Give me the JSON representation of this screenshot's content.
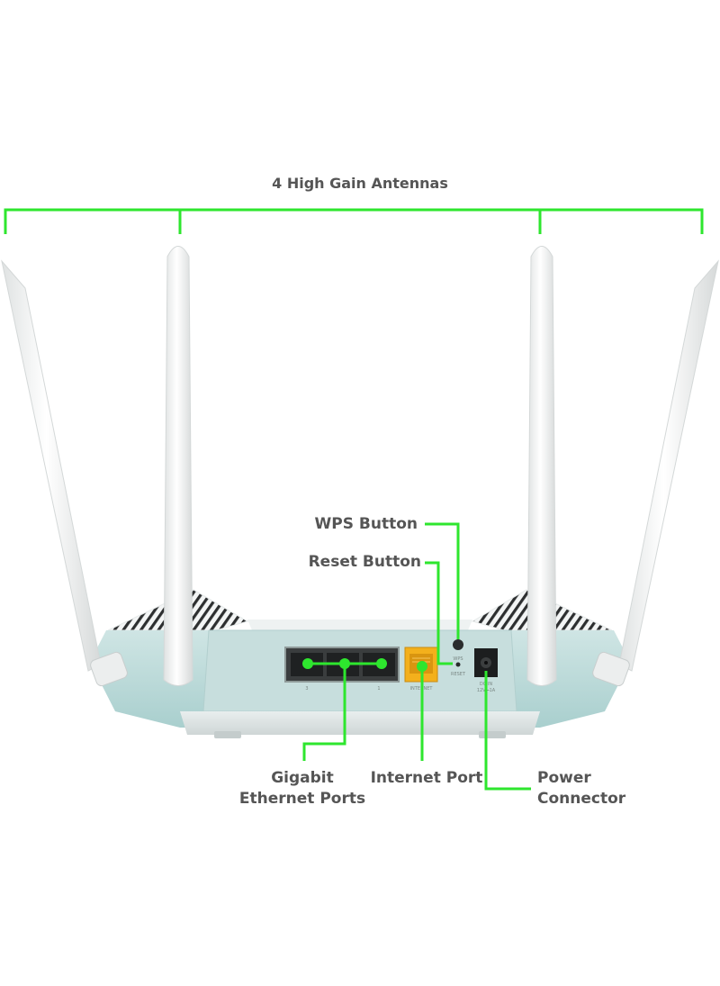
{
  "colors": {
    "accent_green": "#2ee62e",
    "label_gray": "#555555",
    "router_body": "#b9d9d8",
    "router_panel": "#c7dedd",
    "antenna_white": "#f4f5f5",
    "internet_port": "#f3b01c"
  },
  "labels": {
    "antennas": "4 High Gain Antennas",
    "wps_button": "WPS Button",
    "reset_button": "Reset Button",
    "gigabit_ports_line1": "Gigabit",
    "gigabit_ports_line2": "Ethernet Ports",
    "internet_port": "Internet Port",
    "power_line1": "Power",
    "power_line2": "Connector"
  },
  "panel_markings": {
    "port_3": "3",
    "port_1": "1",
    "internet": "INTERNET",
    "wps": "WPS",
    "reset": "RESET",
    "power_spec_line1": "DC IN",
    "power_spec_line2": "12V⎓1A"
  },
  "icons": [
    "ethernet-port-icon",
    "power-jack-icon"
  ]
}
